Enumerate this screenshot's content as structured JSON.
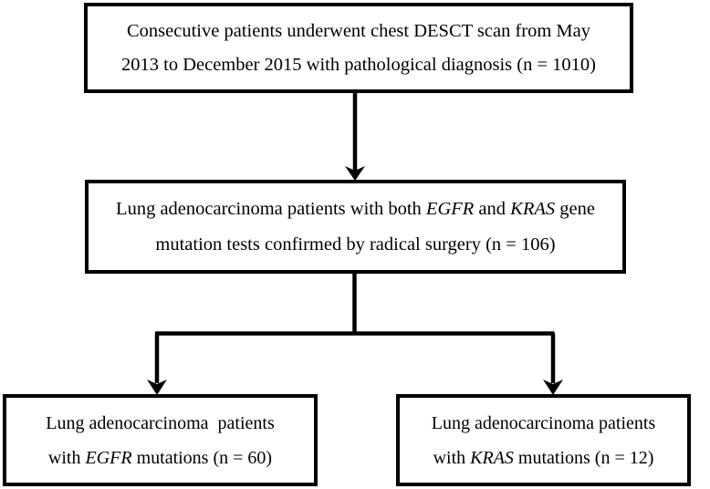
{
  "figure": {
    "type": "flowchart",
    "orientation": "top-to-bottom",
    "background_color": "#ffffff",
    "stroke_color": "#000000",
    "text_color": "#000000"
  },
  "nodes": {
    "cohort": {
      "id": "cohort",
      "line1": "Consecutive patients underwent chest DESCT scan from May",
      "line2_pre": "2013 to December 2015 with pathological diagnosis (n = 1010)",
      "count_label": "n = 1010",
      "count": 1010
    },
    "eligible": {
      "id": "eligible",
      "line1_a": "Lung adenocarcinoma patients with both ",
      "line1_gene1": "EGFR",
      "line1_b": " and ",
      "line1_gene2": "KRAS",
      "line1_c": " gene",
      "line2": "mutation tests confirmed by radical surgery (n = 106)",
      "count_label": "n = 106",
      "count": 106
    },
    "egfr_arm": {
      "id": "egfr_arm",
      "line1": "Lung adenocarcinoma  patients",
      "line2_a": "with ",
      "line2_gene": "EGFR",
      "line2_b": " mutations (n = 60)",
      "count_label": "n = 60",
      "count": 60
    },
    "kras_arm": {
      "id": "kras_arm",
      "line1": "Lung adenocarcinoma patients",
      "line2_a": "with ",
      "line2_gene": "KRAS",
      "line2_b": " mutations (n = 12)",
      "count_label": "n = 12",
      "count": 12
    }
  },
  "edges": [
    {
      "id": "cohort-to-eligible",
      "from": "cohort",
      "to": "eligible",
      "style": "straight-arrow",
      "label": ""
    },
    {
      "id": "eligible-to-egfr",
      "from": "eligible",
      "to": "egfr_arm",
      "style": "elbow-arrow",
      "label": ""
    },
    {
      "id": "eligible-to-kras",
      "from": "eligible",
      "to": "kras_arm",
      "style": "elbow-arrow",
      "label": ""
    }
  ]
}
